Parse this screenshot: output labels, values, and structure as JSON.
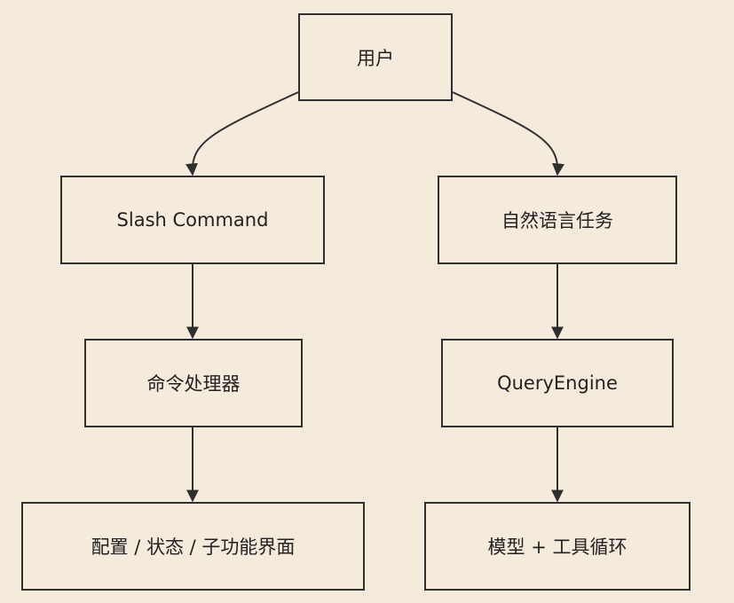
{
  "nodes": {
    "user": "用户",
    "slash_command": "Slash Command",
    "natural_language_task": "自然语言任务",
    "command_handler": "命令处理器",
    "query_engine": "QueryEngine",
    "config_status_subfeatures": "配置 / 状态 / 子功能界面",
    "model_tool_loop": "模型 + 工具循环"
  },
  "colors": {
    "background": "#f4ebdc",
    "stroke": "#2f2f2f",
    "text": "#222222"
  }
}
